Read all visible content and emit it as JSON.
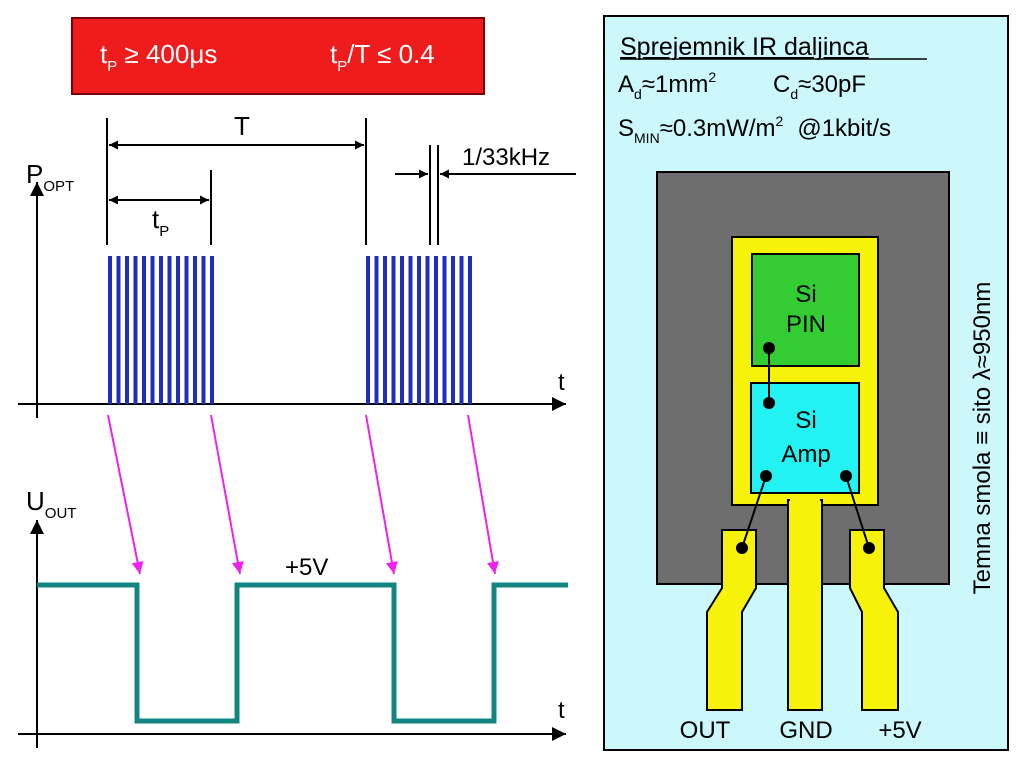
{
  "banner": {
    "tp_main": "t",
    "tp_sub": "P",
    "tp_cond": " ≥ 400μs",
    "ratio_main": "t",
    "ratio_sub": "P",
    "ratio_cond": "/T ≤ 0.4"
  },
  "timing": {
    "period": "T",
    "tp_main": "t",
    "tp_sub": "P",
    "carrier": "1/33kHz"
  },
  "top_plot": {
    "y_main": "P",
    "y_sub": "OPT",
    "x_label": "t"
  },
  "bottom_plot": {
    "y_main": "U",
    "y_sub": "OUT",
    "x_label": "t",
    "level": "+5V"
  },
  "receiver": {
    "title": "Sprejemnik IR daljinca",
    "ad_main": "A",
    "ad_sub": "d",
    "ad_val": "≈1mm",
    "ad_sup": "2",
    "cd_main": "C",
    "cd_sub": "d",
    "cd_val": "≈30pF",
    "s_main": "S",
    "s_sub": "MIN",
    "s_val": "≈0.3mW/m",
    "s_sup": "2",
    "s_rate": "@1kbit/s",
    "pin_line1": "Si",
    "pin_line2": "PIN",
    "amp_line1": "Si",
    "amp_line2": "Amp",
    "resin": "Temna smola ≡ sito λ≈950nm",
    "pins": [
      "OUT",
      "GND",
      "+5V"
    ]
  },
  "colors": {
    "banner": "#ee1c1c",
    "pulses": "#1f2fbd",
    "arrows": "#ee22ee",
    "output": "#138580",
    "panel_bg": "#ccf7fb",
    "chip_body": "#6e6e6e",
    "leadframe": "#f7f20a",
    "pin_die": "#33cc33",
    "amp_die": "#22f2f2"
  },
  "icons": [
    "up-arrow-icon",
    "right-arrow-icon",
    "dimension-arrow-icon"
  ]
}
